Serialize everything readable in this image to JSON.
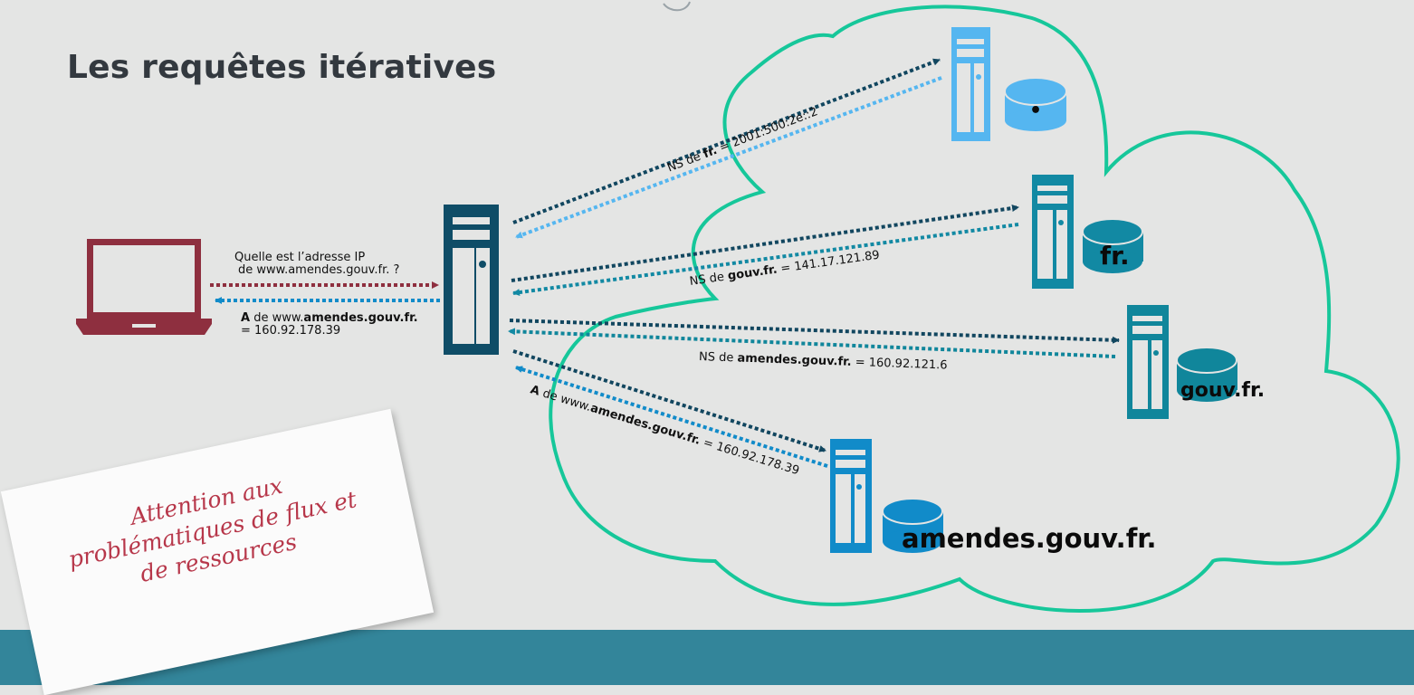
{
  "title": "Les requêtes itératives",
  "client": {
    "question_line1": "Quelle est l’adresse IP",
    "question_line2": "de www.amendes.gouv.fr. ?",
    "answer_prefix": "A",
    "answer_mid": "de www.",
    "answer_bold": "amendes.gouv.fr.",
    "answer_value": "= 160.92.178.39"
  },
  "responses": [
    {
      "prefix": "NS de ",
      "bold": "fr.",
      "suffix": " = 2001:500:2e::2"
    },
    {
      "prefix": "NS de ",
      "bold": "gouv.fr.",
      "suffix": " = 141.17.121.89"
    },
    {
      "prefix": "NS de ",
      "bold": "amendes.gouv.fr.",
      "suffix": " = 160.92.121.6"
    },
    {
      "prefix_bold": "A",
      "prefix": " de www.",
      "bold": "amendes.gouv.fr.",
      "suffix": " = 160.92.178.39"
    }
  ],
  "zones": {
    "root": "•",
    "fr": "fr.",
    "gouv": "gouv.fr.",
    "amendes": "amendes.gouv.fr."
  },
  "note": {
    "line1": "Attention aux",
    "line2": "problématiques de flux et",
    "line3": "de ressources"
  },
  "colors": {
    "laptop": "#8e2f3f",
    "resolver": "#0f4d67",
    "root_server": "#55b6f0",
    "fr_server": "#1289a3",
    "gouv_server": "#10869b",
    "amendes_server": "#118bc9",
    "cloud": "#16c79a",
    "arrow_dark": "#11465f",
    "footer": "#33859a"
  }
}
